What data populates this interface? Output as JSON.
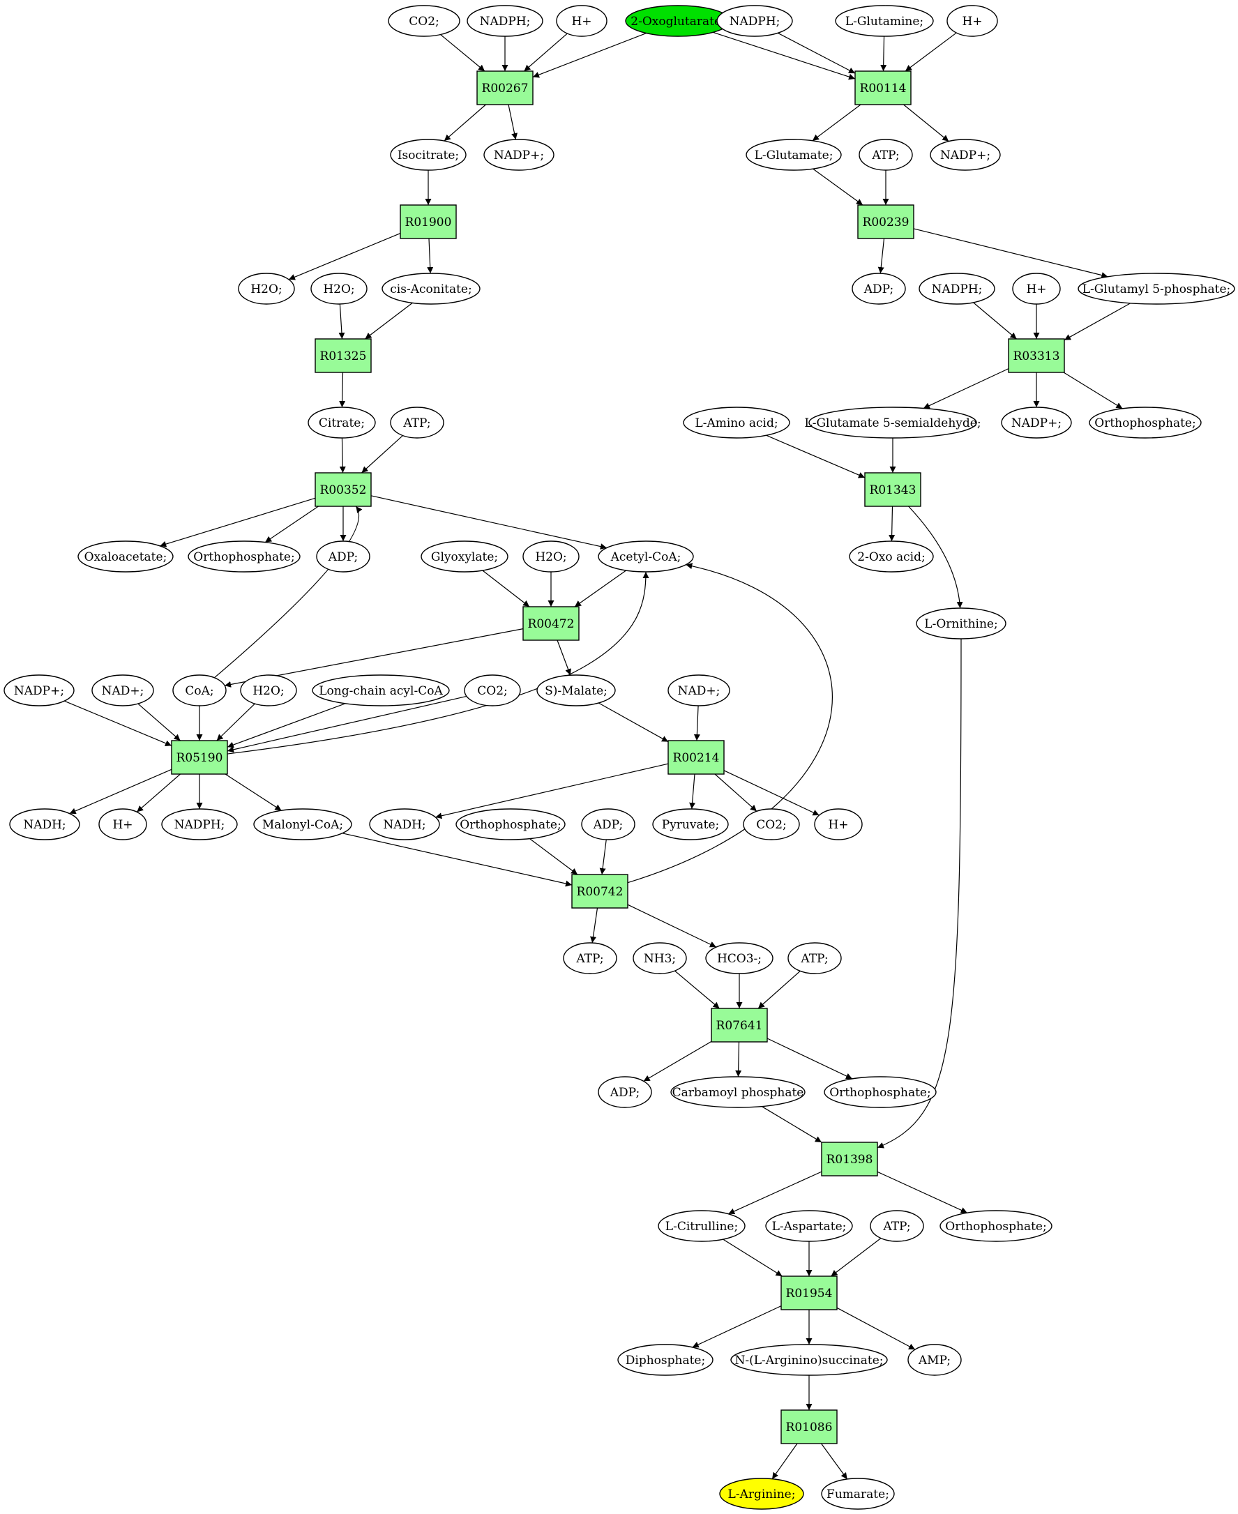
{
  "colors": {
    "reaction_fill": "#98fb98",
    "start_fill": "#00e000",
    "target_fill": "#ffff00",
    "compound_fill": "#ffffff",
    "stroke": "#000000"
  },
  "diagram": {
    "nodes": [
      {
        "id": "c_co2_a",
        "label": "CO2;",
        "kind": "compound"
      },
      {
        "id": "c_nadph_a",
        "label": "NADPH;",
        "kind": "compound"
      },
      {
        "id": "c_h_a",
        "label": "H+",
        "kind": "compound"
      },
      {
        "id": "c_oxoglut",
        "label": "2-Oxoglutarate;",
        "kind": "start"
      },
      {
        "id": "c_nadph_b",
        "label": "NADPH;",
        "kind": "compound"
      },
      {
        "id": "c_lgln",
        "label": "L-Glutamine;",
        "kind": "compound"
      },
      {
        "id": "c_h_b",
        "label": "H+",
        "kind": "compound"
      },
      {
        "id": "r_R00267",
        "label": "R00267",
        "kind": "reaction"
      },
      {
        "id": "r_R00114",
        "label": "R00114",
        "kind": "reaction"
      },
      {
        "id": "c_isocitrate",
        "label": "Isocitrate;",
        "kind": "compound"
      },
      {
        "id": "c_nadpplus_a",
        "label": "NADP+;",
        "kind": "compound"
      },
      {
        "id": "c_lglu",
        "label": "L-Glutamate;",
        "kind": "compound"
      },
      {
        "id": "c_atp_a",
        "label": "ATP;",
        "kind": "compound"
      },
      {
        "id": "c_nadpplus_b",
        "label": "NADP+;",
        "kind": "compound"
      },
      {
        "id": "r_R01900",
        "label": "R01900",
        "kind": "reaction"
      },
      {
        "id": "r_R00239",
        "label": "R00239",
        "kind": "reaction"
      },
      {
        "id": "c_h2o_a",
        "label": "H2O;",
        "kind": "compound"
      },
      {
        "id": "c_h2o_b",
        "label": "H2O;",
        "kind": "compound"
      },
      {
        "id": "c_cisacon",
        "label": "cis-Aconitate;",
        "kind": "compound"
      },
      {
        "id": "c_adp_a",
        "label": "ADP;",
        "kind": "compound"
      },
      {
        "id": "c_nadph_c",
        "label": "NADPH;",
        "kind": "compound"
      },
      {
        "id": "c_h_c",
        "label": "H+",
        "kind": "compound"
      },
      {
        "id": "c_lglu5p",
        "label": "L-Glutamyl 5-phosphate;",
        "kind": "compound"
      },
      {
        "id": "r_R01325",
        "label": "R01325",
        "kind": "reaction"
      },
      {
        "id": "r_R03313",
        "label": "R03313",
        "kind": "reaction"
      },
      {
        "id": "c_citrate",
        "label": "Citrate;",
        "kind": "compound"
      },
      {
        "id": "c_atp_b",
        "label": "ATP;",
        "kind": "compound"
      },
      {
        "id": "c_laa",
        "label": "L-Amino acid;",
        "kind": "compound"
      },
      {
        "id": "c_lglu5sa",
        "label": "L-Glutamate 5-semialdehyde;",
        "kind": "compound"
      },
      {
        "id": "c_nadpplus_c",
        "label": "NADP+;",
        "kind": "compound"
      },
      {
        "id": "c_pi_a",
        "label": "Orthophosphate;",
        "kind": "compound"
      },
      {
        "id": "r_R00352",
        "label": "R00352",
        "kind": "reaction"
      },
      {
        "id": "r_R01343",
        "label": "R01343",
        "kind": "reaction"
      },
      {
        "id": "c_oaa",
        "label": "Oxaloacetate;",
        "kind": "compound"
      },
      {
        "id": "c_pi_b",
        "label": "Orthophosphate;",
        "kind": "compound"
      },
      {
        "id": "c_adp_b",
        "label": "ADP;",
        "kind": "compound"
      },
      {
        "id": "c_glyox",
        "label": "Glyoxylate;",
        "kind": "compound"
      },
      {
        "id": "c_h2o_c",
        "label": "H2O;",
        "kind": "compound"
      },
      {
        "id": "c_acoa",
        "label": "Acetyl-CoA;",
        "kind": "compound"
      },
      {
        "id": "c_oxoacid",
        "label": "2-Oxo acid;",
        "kind": "compound"
      },
      {
        "id": "r_R00472",
        "label": "R00472",
        "kind": "reaction"
      },
      {
        "id": "c_lorn",
        "label": "L-Ornithine;",
        "kind": "compound"
      },
      {
        "id": "c_nadpplus_d",
        "label": "NADP+;",
        "kind": "compound"
      },
      {
        "id": "c_nadplus_a",
        "label": "NAD+;",
        "kind": "compound"
      },
      {
        "id": "c_coa",
        "label": "CoA;",
        "kind": "compound"
      },
      {
        "id": "c_h2o_d",
        "label": "H2O;",
        "kind": "compound"
      },
      {
        "id": "c_lcacoa",
        "label": "Long-chain acyl-CoA",
        "kind": "compound"
      },
      {
        "id": "c_co2_b",
        "label": "CO2;",
        "kind": "compound"
      },
      {
        "id": "c_smalate",
        "label": "S)-Malate;",
        "kind": "compound"
      },
      {
        "id": "c_nadplus_b",
        "label": "NAD+;",
        "kind": "compound"
      },
      {
        "id": "r_R05190",
        "label": "R05190",
        "kind": "reaction"
      },
      {
        "id": "r_R00214",
        "label": "R00214",
        "kind": "reaction"
      },
      {
        "id": "c_nadh_a",
        "label": "NADH;",
        "kind": "compound"
      },
      {
        "id": "c_h_d",
        "label": "H+",
        "kind": "compound"
      },
      {
        "id": "c_nadph_d",
        "label": "NADPH;",
        "kind": "compound"
      },
      {
        "id": "c_malcoa",
        "label": "Malonyl-CoA;",
        "kind": "compound"
      },
      {
        "id": "c_nadh_b",
        "label": "NADH;",
        "kind": "compound"
      },
      {
        "id": "c_pi_c",
        "label": "Orthophosphate;",
        "kind": "compound"
      },
      {
        "id": "c_adp_c",
        "label": "ADP;",
        "kind": "compound"
      },
      {
        "id": "c_pyruvate",
        "label": "Pyruvate;",
        "kind": "compound"
      },
      {
        "id": "c_co2_c",
        "label": "CO2;",
        "kind": "compound"
      },
      {
        "id": "c_h_e",
        "label": "H+",
        "kind": "compound"
      },
      {
        "id": "r_R00742",
        "label": "R00742",
        "kind": "reaction"
      },
      {
        "id": "c_atp_c",
        "label": "ATP;",
        "kind": "compound"
      },
      {
        "id": "c_nh3",
        "label": "NH3;",
        "kind": "compound"
      },
      {
        "id": "c_hco3",
        "label": "HCO3-;",
        "kind": "compound"
      },
      {
        "id": "c_atp_d",
        "label": "ATP;",
        "kind": "compound"
      },
      {
        "id": "r_R07641",
        "label": "R07641",
        "kind": "reaction"
      },
      {
        "id": "c_adp_d",
        "label": "ADP;",
        "kind": "compound"
      },
      {
        "id": "c_carbp",
        "label": "Carbamoyl phosphate",
        "kind": "compound"
      },
      {
        "id": "c_pi_d",
        "label": "Orthophosphate;",
        "kind": "compound"
      },
      {
        "id": "r_R01398",
        "label": "R01398",
        "kind": "reaction"
      },
      {
        "id": "c_lcit",
        "label": "L-Citrulline;",
        "kind": "compound"
      },
      {
        "id": "c_lasp",
        "label": "L-Aspartate;",
        "kind": "compound"
      },
      {
        "id": "c_atp_e",
        "label": "ATP;",
        "kind": "compound"
      },
      {
        "id": "c_pi_e",
        "label": "Orthophosphate;",
        "kind": "compound"
      },
      {
        "id": "r_R01954",
        "label": "R01954",
        "kind": "reaction"
      },
      {
        "id": "c_ppi",
        "label": "Diphosphate;",
        "kind": "compound"
      },
      {
        "id": "c_argsucc",
        "label": "N-(L-Arginino)succinate;",
        "kind": "compound"
      },
      {
        "id": "c_amp",
        "label": "AMP;",
        "kind": "compound"
      },
      {
        "id": "r_R01086",
        "label": "R01086",
        "kind": "reaction"
      },
      {
        "id": "c_larg",
        "label": "L-Arginine;",
        "kind": "target"
      },
      {
        "id": "c_fumarate",
        "label": "Fumarate;",
        "kind": "compound"
      }
    ],
    "edges": [
      [
        "c_co2_a",
        "r_R00267"
      ],
      [
        "c_nadph_a",
        "r_R00267"
      ],
      [
        "c_h_a",
        "r_R00267"
      ],
      [
        "c_oxoglut",
        "r_R00267"
      ],
      [
        "c_oxoglut",
        "r_R00114"
      ],
      [
        "c_nadph_b",
        "r_R00114"
      ],
      [
        "c_lgln",
        "r_R00114"
      ],
      [
        "c_h_b",
        "r_R00114"
      ],
      [
        "r_R00267",
        "c_isocitrate"
      ],
      [
        "r_R00267",
        "c_nadpplus_a"
      ],
      [
        "r_R00114",
        "c_lglu"
      ],
      [
        "r_R00114",
        "c_nadpplus_b"
      ],
      [
        "c_isocitrate",
        "r_R01900"
      ],
      [
        "c_lglu",
        "r_R00239"
      ],
      [
        "c_atp_a",
        "r_R00239"
      ],
      [
        "r_R01900",
        "c_h2o_a"
      ],
      [
        "r_R01900",
        "c_cisacon"
      ],
      [
        "r_R00239",
        "c_adp_a"
      ],
      [
        "r_R00239",
        "c_lglu5p"
      ],
      [
        "c_h2o_b",
        "r_R01325"
      ],
      [
        "c_cisacon",
        "r_R01325"
      ],
      [
        "c_nadph_c",
        "r_R03313"
      ],
      [
        "c_h_c",
        "r_R03313"
      ],
      [
        "c_lglu5p",
        "r_R03313"
      ],
      [
        "r_R01325",
        "c_citrate"
      ],
      [
        "r_R03313",
        "c_lglu5sa"
      ],
      [
        "r_R03313",
        "c_nadpplus_c"
      ],
      [
        "r_R03313",
        "c_pi_a"
      ],
      [
        "c_citrate",
        "r_R00352"
      ],
      [
        "c_atp_b",
        "r_R00352"
      ],
      [
        "c_laa",
        "r_R01343"
      ],
      [
        "c_lglu5sa",
        "r_R01343"
      ],
      [
        "r_R00352",
        "c_oaa"
      ],
      [
        "r_R00352",
        "c_pi_b"
      ],
      [
        "r_R00352",
        "c_adp_b"
      ],
      [
        "r_R00352",
        "c_acoa"
      ],
      [
        "c_coa",
        "r_R00352"
      ],
      [
        "r_R01343",
        "c_oxoacid"
      ],
      [
        "r_R01343",
        "c_lorn"
      ],
      [
        "c_glyox",
        "r_R00472"
      ],
      [
        "c_h2o_c",
        "r_R00472"
      ],
      [
        "c_acoa",
        "r_R00472"
      ],
      [
        "r_R00472",
        "c_coa"
      ],
      [
        "r_R00472",
        "c_smalate"
      ],
      [
        "c_nadpplus_d",
        "r_R05190"
      ],
      [
        "c_nadplus_a",
        "r_R05190"
      ],
      [
        "c_coa",
        "r_R05190"
      ],
      [
        "c_h2o_d",
        "r_R05190"
      ],
      [
        "c_lcacoa",
        "r_R05190"
      ],
      [
        "c_co2_b",
        "r_R05190"
      ],
      [
        "r_R05190",
        "c_acoa"
      ],
      [
        "c_smalate",
        "r_R00214"
      ],
      [
        "c_nadplus_b",
        "r_R00214"
      ],
      [
        "r_R05190",
        "c_nadh_a"
      ],
      [
        "r_R05190",
        "c_h_d"
      ],
      [
        "r_R05190",
        "c_nadph_d"
      ],
      [
        "r_R05190",
        "c_malcoa"
      ],
      [
        "r_R00214",
        "c_nadh_b"
      ],
      [
        "r_R00214",
        "c_pyruvate"
      ],
      [
        "r_R00214",
        "c_co2_c"
      ],
      [
        "r_R00214",
        "c_h_e"
      ],
      [
        "c_malcoa",
        "r_R00742"
      ],
      [
        "c_pi_c",
        "r_R00742"
      ],
      [
        "c_adp_c",
        "r_R00742"
      ],
      [
        "r_R00742",
        "c_acoa"
      ],
      [
        "r_R00742",
        "c_atp_c"
      ],
      [
        "r_R00742",
        "c_hco3"
      ],
      [
        "c_nh3",
        "r_R07641"
      ],
      [
        "c_hco3",
        "r_R07641"
      ],
      [
        "c_atp_d",
        "r_R07641"
      ],
      [
        "r_R07641",
        "c_adp_d"
      ],
      [
        "r_R07641",
        "c_carbp"
      ],
      [
        "r_R07641",
        "c_pi_d"
      ],
      [
        "c_carbp",
        "r_R01398"
      ],
      [
        "c_lorn",
        "r_R01398"
      ],
      [
        "r_R01398",
        "c_lcit"
      ],
      [
        "r_R01398",
        "c_pi_e"
      ],
      [
        "c_lcit",
        "r_R01954"
      ],
      [
        "c_lasp",
        "r_R01954"
      ],
      [
        "c_atp_e",
        "r_R01954"
      ],
      [
        "r_R01954",
        "c_ppi"
      ],
      [
        "r_R01954",
        "c_argsucc"
      ],
      [
        "r_R01954",
        "c_amp"
      ],
      [
        "c_argsucc",
        "r_R01086"
      ],
      [
        "r_R01086",
        "c_larg"
      ],
      [
        "r_R01086",
        "c_fumarate"
      ]
    ]
  }
}
